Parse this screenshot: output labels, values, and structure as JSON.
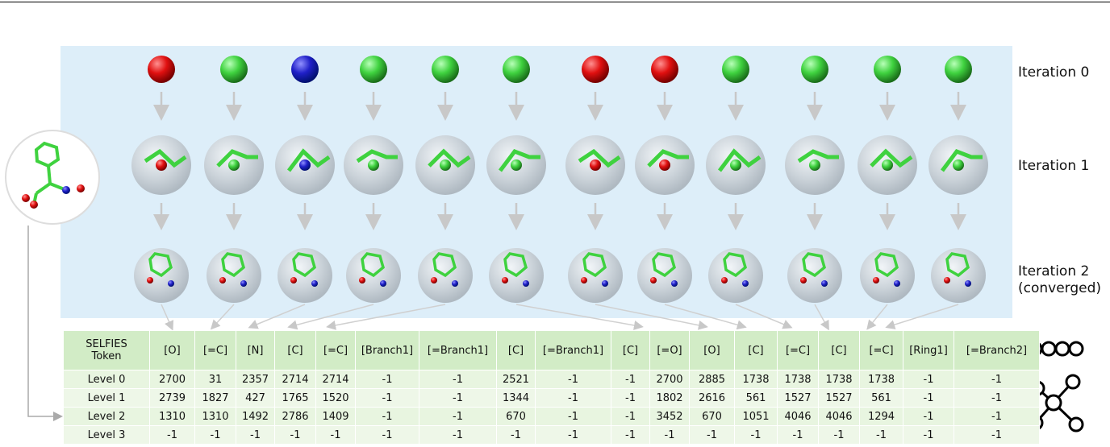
{
  "iterations": [
    "Iteration 0",
    "Iteration 1",
    "Iteration 2",
    "(converged)"
  ],
  "atoms": [
    "red",
    "green",
    "blue",
    "green",
    "green",
    "green",
    "red",
    "red",
    "green",
    "green",
    "green",
    "green"
  ],
  "colors": {
    "red": "#e01010",
    "green": "#3fd23f",
    "blue": "#2020c8",
    "panel": "#ddeef9"
  },
  "table": {
    "header_label": [
      "SELFIES",
      "Token"
    ],
    "tokens": [
      "[O]",
      "[=C]",
      "[N]",
      "[C]",
      "[=C]",
      "[Branch1]",
      "[=Branch1]",
      "[C]",
      "[=Branch1]",
      "[C]",
      "[=O]",
      "[O]",
      "[C]",
      "[=C]",
      "[C]",
      "[=C]",
      "[Ring1]",
      "[=Branch2]"
    ],
    "rows": [
      {
        "label": "Level 0",
        "values": [
          "2700",
          "31",
          "2357",
          "2714",
          "2714",
          "-1",
          "-1",
          "2521",
          "-1",
          "-1",
          "2700",
          "2885",
          "1738",
          "1738",
          "1738",
          "1738",
          "-1",
          "-1"
        ]
      },
      {
        "label": "Level 1",
        "values": [
          "2739",
          "1827",
          "427",
          "1765",
          "1520",
          "-1",
          "-1",
          "1344",
          "-1",
          "-1",
          "1802",
          "2616",
          "561",
          "1527",
          "1527",
          "561",
          "-1",
          "-1"
        ]
      },
      {
        "label": "Level 2",
        "values": [
          "1310",
          "1310",
          "1492",
          "2786",
          "1409",
          "-1",
          "-1",
          "670",
          "-1",
          "-1",
          "3452",
          "670",
          "1051",
          "4046",
          "4046",
          "1294",
          "-1",
          "-1"
        ]
      },
      {
        "label": "Level 3",
        "values": [
          "-1",
          "-1",
          "-1",
          "-1",
          "-1",
          "-1",
          "-1",
          "-1",
          "-1",
          "-1",
          "-1",
          "-1",
          "-1",
          "-1",
          "-1",
          "-1",
          "-1",
          "-1"
        ]
      }
    ]
  },
  "icons": [
    "sequence-icon",
    "graph-icon"
  ]
}
